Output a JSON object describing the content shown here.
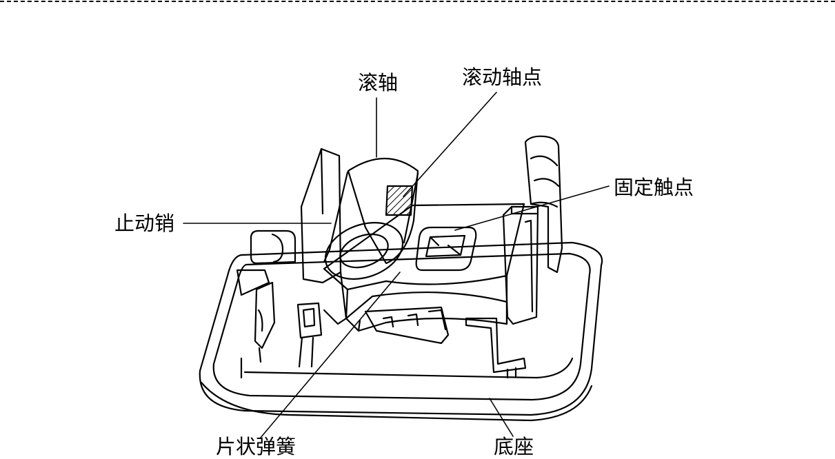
{
  "labels": {
    "roller": "滚轴",
    "roller_pivot": "滚动轴点",
    "fixed_contact": "固定触点",
    "stop_pin": "止动销",
    "leaf_spring": "片状弹簧",
    "base": "底座"
  },
  "colors": {
    "line": "#000000",
    "background": "#ffffff",
    "hatch": "#000000"
  }
}
